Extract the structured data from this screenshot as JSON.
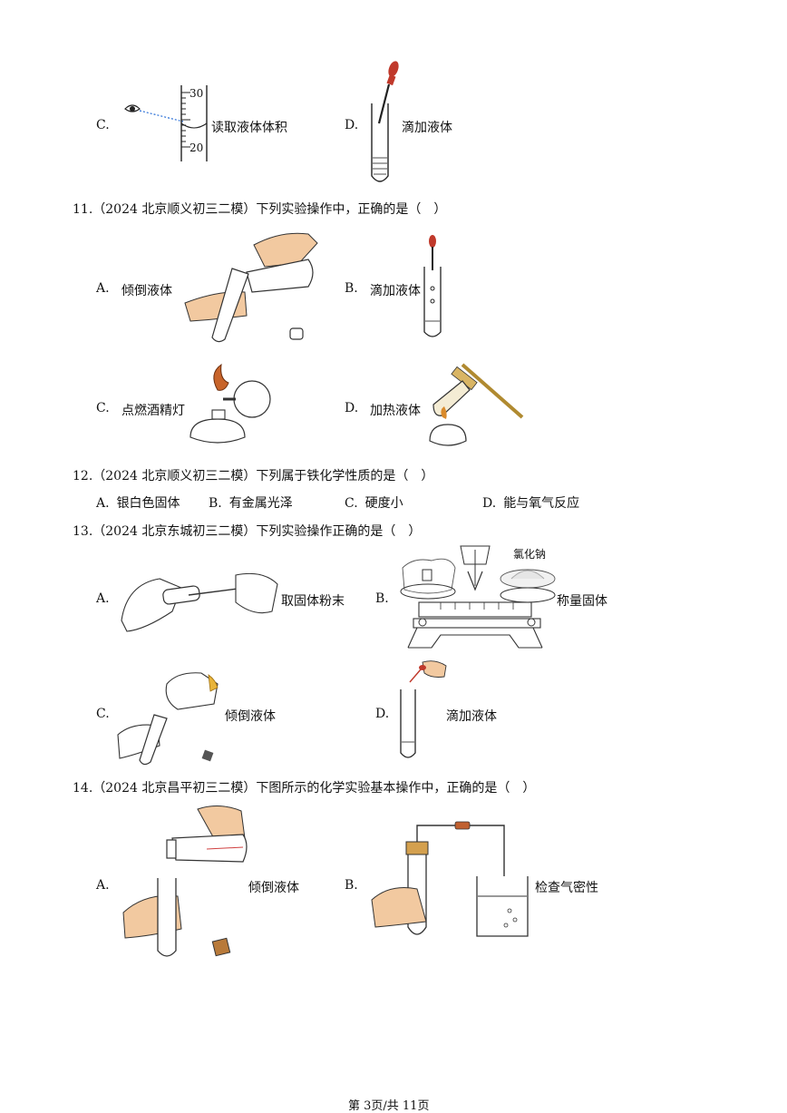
{
  "q10": {
    "c_label": "C.",
    "c_text": "读取液体体积",
    "c_scale_top": "30",
    "c_scale_bottom": "20",
    "d_label": "D.",
    "d_text": "滴加液体"
  },
  "q11": {
    "stem": "11.（2024 北京顺义初三二模）下列实验操作中，正确的是（　）",
    "options": [
      {
        "label": "A.",
        "text": "倾倒液体"
      },
      {
        "label": "B.",
        "text": "滴加液体"
      },
      {
        "label": "C.",
        "text": "点燃酒精灯"
      },
      {
        "label": "D.",
        "text": "加热液体"
      }
    ]
  },
  "q12": {
    "stem": "12.（2024 北京顺义初三二模）下列属于铁化学性质的是（　）",
    "options": [
      {
        "label": "A.",
        "text": "银白色固体"
      },
      {
        "label": "B.",
        "text": "有金属光泽"
      },
      {
        "label": "C.",
        "text": "硬度小"
      },
      {
        "label": "D.",
        "text": "能与氧气反应"
      }
    ]
  },
  "q13": {
    "stem": "13.（2024 北京东城初三二模）下列实验操作正确的是（　）",
    "options": [
      {
        "label": "A.",
        "text": "取固体粉末"
      },
      {
        "label": "B.",
        "text": "称量固体"
      },
      {
        "label": "C.",
        "text": "倾倒液体"
      },
      {
        "label": "D.",
        "text": "滴加液体"
      }
    ],
    "b_sample_label": "氯化钠"
  },
  "q14": {
    "stem": "14.（2024 北京昌平初三二模）下图所示的化学实验基本操作中，正确的是（　）",
    "options": [
      {
        "label": "A.",
        "text": "倾倒液体"
      },
      {
        "label": "B.",
        "text": "检查气密性"
      }
    ]
  },
  "footer": {
    "page": "第 3页/共 11页"
  },
  "colors": {
    "text": "#111111",
    "skin": "#f2c9a0",
    "flame": "#c8642a",
    "bulb": "#c0392b",
    "line": "#222222"
  }
}
